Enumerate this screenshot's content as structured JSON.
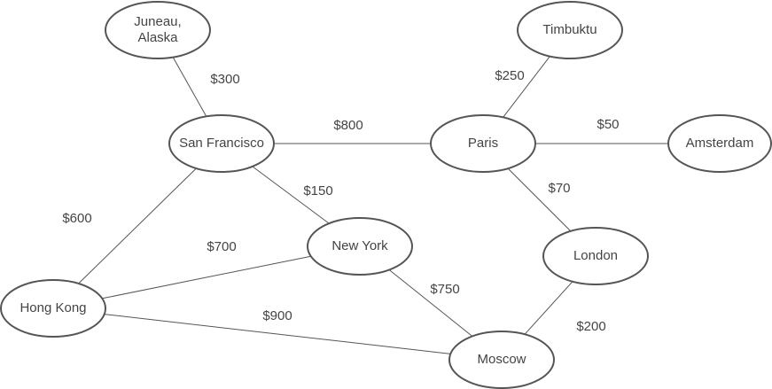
{
  "diagram": {
    "nodes": [
      {
        "id": "juneau",
        "lines": [
          "Juneau,",
          "Alaska"
        ]
      },
      {
        "id": "sf",
        "lines": [
          "San Francisco"
        ]
      },
      {
        "id": "paris",
        "lines": [
          "Paris"
        ]
      },
      {
        "id": "timbuktu",
        "lines": [
          "Timbuktu"
        ]
      },
      {
        "id": "amsterdam",
        "lines": [
          "Amsterdam"
        ]
      },
      {
        "id": "newyork",
        "lines": [
          "New York"
        ]
      },
      {
        "id": "london",
        "lines": [
          "London"
        ]
      },
      {
        "id": "hongkong",
        "lines": [
          "Hong Kong"
        ]
      },
      {
        "id": "moscow",
        "lines": [
          "Moscow"
        ]
      }
    ],
    "edges": [
      {
        "id": "juneau-sf",
        "from": "juneau",
        "to": "sf",
        "label": "$300"
      },
      {
        "id": "sf-paris",
        "from": "sf",
        "to": "paris",
        "label": "$800"
      },
      {
        "id": "paris-timbuktu",
        "from": "paris",
        "to": "timbuktu",
        "label": "$250"
      },
      {
        "id": "paris-amsterdam",
        "from": "paris",
        "to": "amsterdam",
        "label": "$50"
      },
      {
        "id": "sf-newyork",
        "from": "sf",
        "to": "newyork",
        "label": "$150"
      },
      {
        "id": "paris-london",
        "from": "paris",
        "to": "london",
        "label": "$70"
      },
      {
        "id": "sf-hongkong",
        "from": "sf",
        "to": "hongkong",
        "label": "$600"
      },
      {
        "id": "hongkong-newyork",
        "from": "hongkong",
        "to": "newyork",
        "label": "$700"
      },
      {
        "id": "newyork-moscow",
        "from": "newyork",
        "to": "moscow",
        "label": "$750"
      },
      {
        "id": "hongkong-moscow",
        "from": "hongkong",
        "to": "moscow",
        "label": "$900"
      },
      {
        "id": "london-moscow",
        "from": "london",
        "to": "moscow",
        "label": "$200"
      }
    ]
  }
}
